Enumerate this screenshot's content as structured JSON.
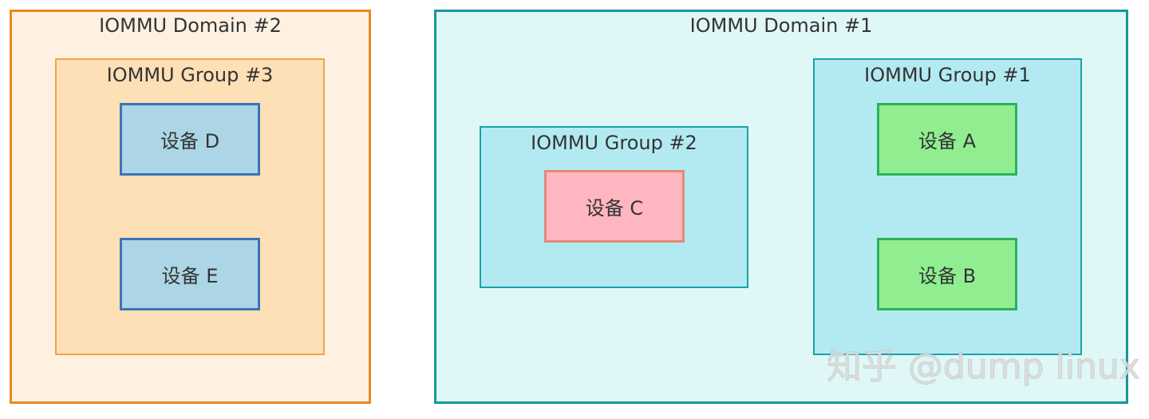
{
  "colors": {
    "domain2_fill": "#fef1e1",
    "domain2_border": "#e8891e",
    "domain1_fill": "#e0f7f7",
    "domain1_border": "#17979d",
    "group3_fill": "#fde0b6",
    "group3_border": "#efa54a",
    "group_teal_fill": "#b3eaf2",
    "group_teal_border": "#1aa2a8",
    "device_blue_fill": "#acd6e5",
    "device_blue_border": "#3b74b6",
    "device_pink_fill": "#ffb6c1",
    "device_pink_border": "#e38a78",
    "device_green_fill": "#90ee90",
    "device_green_border": "#2fb05a"
  },
  "domains": [
    {
      "title": "IOMMU Domain #2",
      "groups": [
        {
          "title": "IOMMU Group #3",
          "devices": [
            "设备 D",
            "设备 E"
          ]
        }
      ]
    },
    {
      "title": "IOMMU Domain #1",
      "groups": [
        {
          "title": "IOMMU Group #2",
          "devices": [
            "设备 C"
          ]
        },
        {
          "title": "IOMMU Group #1",
          "devices": [
            "设备 A",
            "设备 B"
          ]
        }
      ]
    }
  ],
  "watermark": "知乎 @dump linux"
}
